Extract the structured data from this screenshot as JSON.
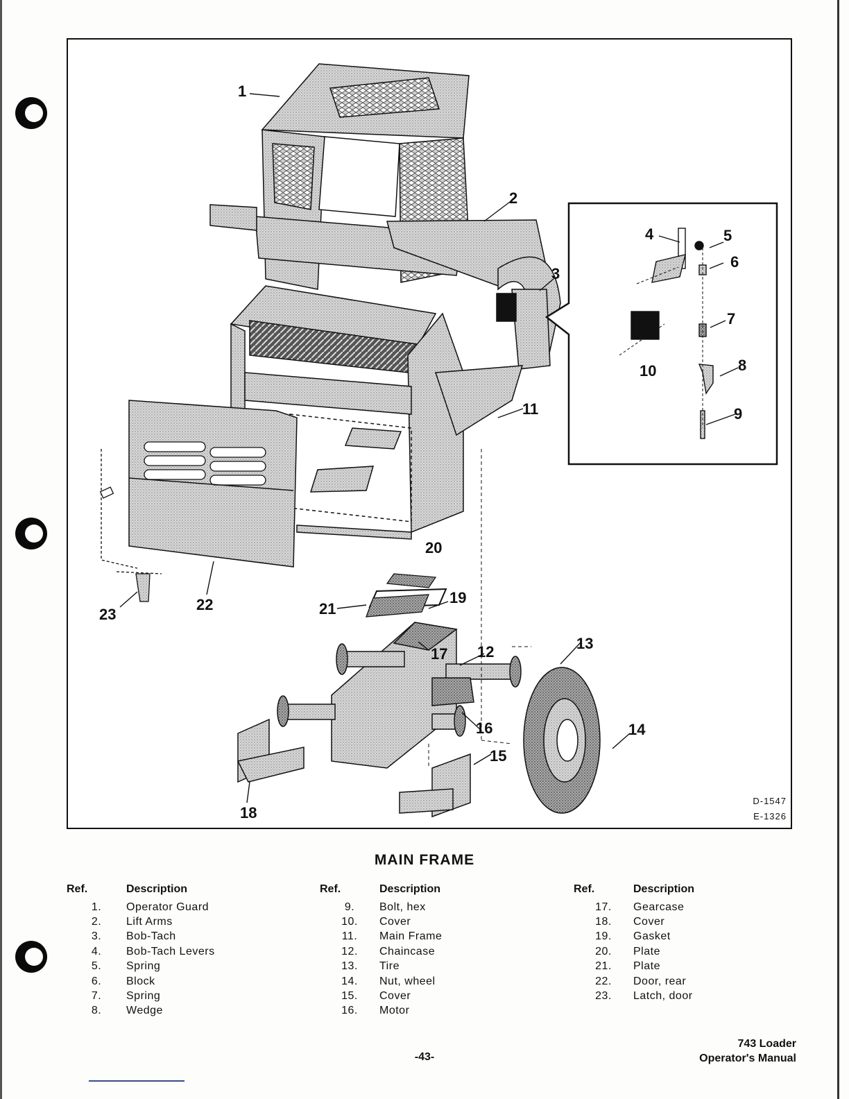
{
  "diagram": {
    "codes": [
      "D-1547",
      "E-1326"
    ],
    "callouts": [
      "1",
      "2",
      "3",
      "4",
      "5",
      "6",
      "7",
      "8",
      "9",
      "10",
      "11",
      "12",
      "13",
      "14",
      "15",
      "16",
      "17",
      "18",
      "19",
      "20",
      "21",
      "22",
      "23"
    ]
  },
  "title": "MAIN FRAME",
  "table": {
    "header_ref": "Ref.",
    "header_desc": "Description",
    "columns": [
      [
        {
          "ref": "1.",
          "desc": "Operator Guard"
        },
        {
          "ref": "2.",
          "desc": "Lift Arms"
        },
        {
          "ref": "3.",
          "desc": "Bob-Tach"
        },
        {
          "ref": "4.",
          "desc": "Bob-Tach Levers"
        },
        {
          "ref": "5.",
          "desc": "Spring"
        },
        {
          "ref": "6.",
          "desc": "Block"
        },
        {
          "ref": "7.",
          "desc": "Spring"
        },
        {
          "ref": "8.",
          "desc": "Wedge"
        }
      ],
      [
        {
          "ref": "9.",
          "desc": "Bolt, hex"
        },
        {
          "ref": "10.",
          "desc": "Cover"
        },
        {
          "ref": "11.",
          "desc": "Main Frame"
        },
        {
          "ref": "12.",
          "desc": "Chaincase"
        },
        {
          "ref": "13.",
          "desc": "Tire"
        },
        {
          "ref": "14.",
          "desc": "Nut, wheel"
        },
        {
          "ref": "15.",
          "desc": "Cover"
        },
        {
          "ref": "16.",
          "desc": "Motor"
        }
      ],
      [
        {
          "ref": "17.",
          "desc": "Gearcase"
        },
        {
          "ref": "18.",
          "desc": "Cover"
        },
        {
          "ref": "19.",
          "desc": "Gasket"
        },
        {
          "ref": "20.",
          "desc": "Plate"
        },
        {
          "ref": "21.",
          "desc": "Plate"
        },
        {
          "ref": "22.",
          "desc": "Door, rear"
        },
        {
          "ref": "23.",
          "desc": "Latch, door"
        }
      ]
    ]
  },
  "footer": {
    "page_number": "-43-",
    "model": "743 Loader",
    "manual": "Operator's Manual"
  }
}
